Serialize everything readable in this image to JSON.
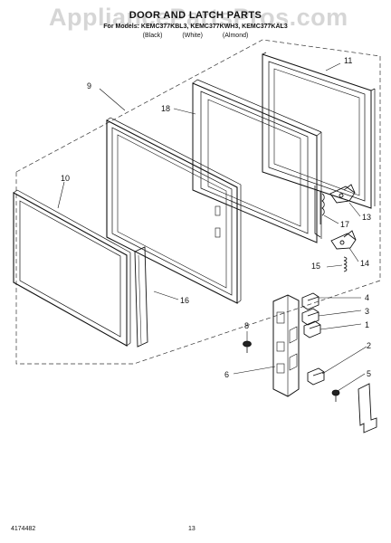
{
  "watermark": "AppliancePartsPros.com",
  "header": {
    "title": "DOOR AND LATCH PARTS",
    "models": "For Models: KEMC377KBL3, KEMC377KWH3, KEMC377KAL3",
    "colors": [
      "(Black)",
      "(White)",
      "(Almond)"
    ]
  },
  "callouts": {
    "c1": "1",
    "c2": "2",
    "c3": "3",
    "c4": "4",
    "c5": "5",
    "c6": "6",
    "c8": "8",
    "c9": "9",
    "c10": "10",
    "c11": "11",
    "c13": "13",
    "c14": "14",
    "c15": "15",
    "c16": "16",
    "c17": "17",
    "c18": "18"
  },
  "footer": {
    "doc_number": "4174482",
    "page_number": "13"
  }
}
